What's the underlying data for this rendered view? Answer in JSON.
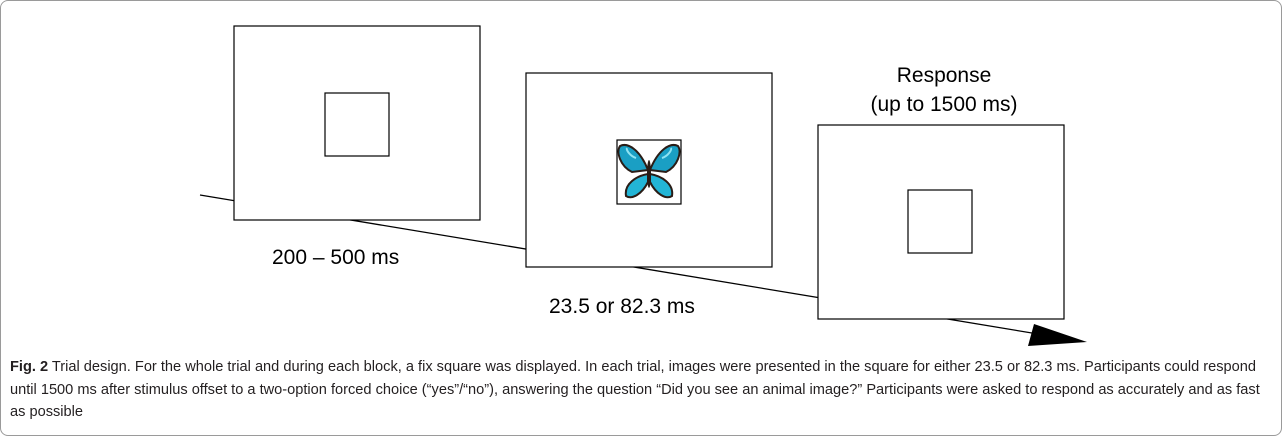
{
  "diagram": {
    "screens": [
      {
        "id": "fixation",
        "duration_label": "200 – 500 ms",
        "content": "fix square"
      },
      {
        "id": "stimulus",
        "duration_label": "23.5 or 82.3 ms",
        "content": "butterfly image in fix square"
      },
      {
        "id": "response",
        "title_line1": "Response",
        "title_line2": "(up to 1500 ms)",
        "content": "fix square"
      }
    ],
    "timeline": "arrow"
  },
  "caption": {
    "label": "Fig. 2",
    "text": "  Trial design. For the whole trial and during each block, a fix square was displayed. In each trial, images were presented in the square for either 23.5 or 82.3 ms. Participants could respond until 1500 ms after stimulus offset to a two-option forced choice (“yes”/“no”), answering the question “Did you see an animal image?” Participants were asked to respond as accurately and as fast as possible"
  }
}
